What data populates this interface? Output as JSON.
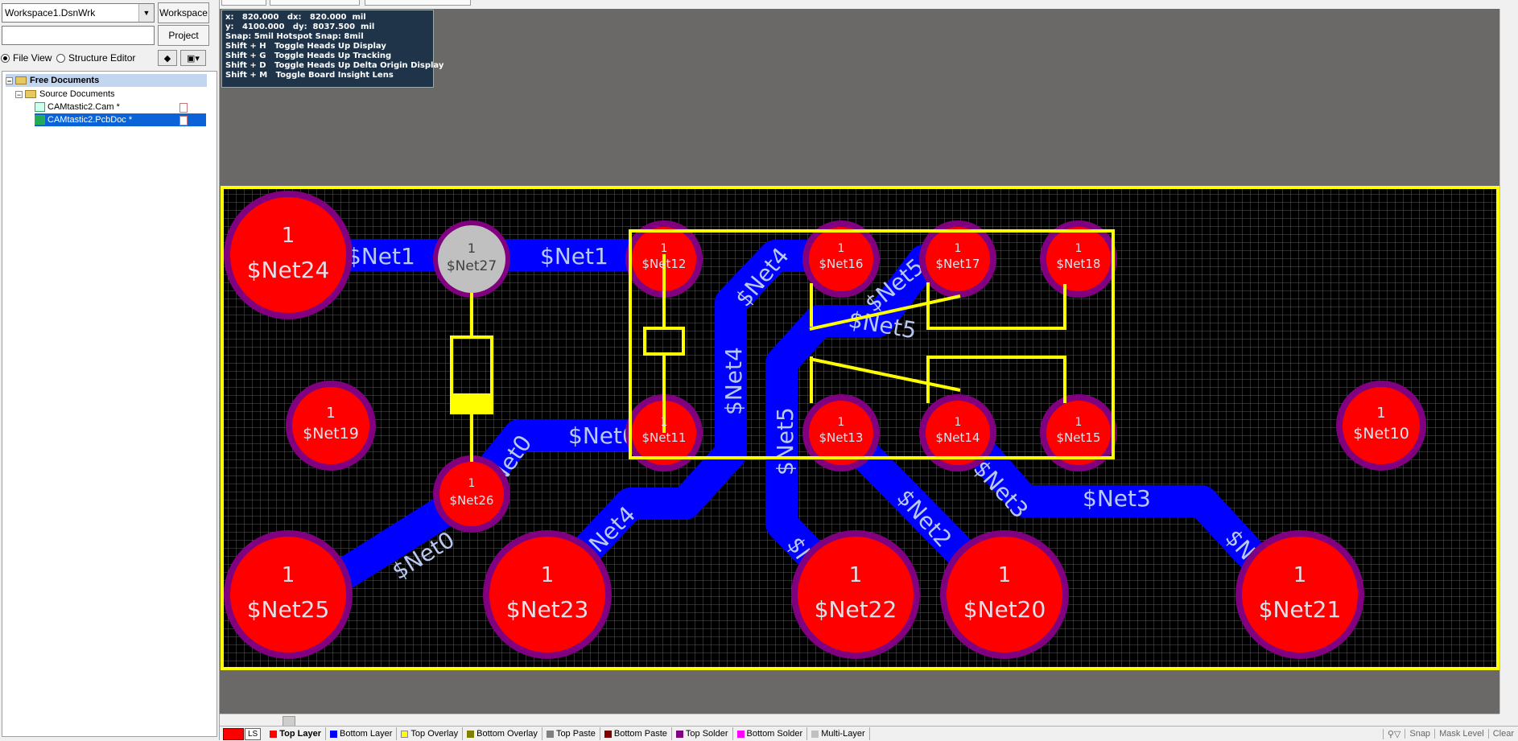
{
  "panel": {
    "workspace_combo": "Workspace1.DsnWrk",
    "workspace_button": "Workspace",
    "project_combo": "",
    "project_button": "Project",
    "file_view_label": "File View",
    "structure_editor_label": "Structure Editor"
  },
  "tree": {
    "root": "Free Documents",
    "folder": "Source Documents",
    "item1": "CAMtastic2.Cam *",
    "item2": "CAMtastic2.PcbDoc *"
  },
  "hud": {
    "line1": "x:   820.000   dx:   820.000  mil",
    "line2": "y:   4100.000   dy:  8037.500  mil",
    "line3": "Snap: 5mil Hotspot Snap: 8mil",
    "line4": "Shift + H   Toggle Heads Up Display",
    "line5": "Shift + G   Toggle Heads Up Tracking",
    "line6": "Shift + D   Toggle Heads Up Delta Origin Display",
    "line7": "Shift + M   Toggle Board Insight Lens"
  },
  "colors": {
    "top_layer": "#ff0000",
    "bottom_layer": "#0000ff",
    "top_overlay": "#ffff00",
    "bottom_overlay": "#808000",
    "top_paste": "#808080",
    "bottom_paste": "#800000",
    "top_solder": "#800080",
    "bottom_solder": "#ff00ff",
    "multi_layer": "#c0c0c0",
    "board_bg": "#000000",
    "workspace_bg": "#6b6868"
  },
  "layers": {
    "ls": "LS",
    "top_layer": "Top Layer",
    "bottom_layer": "Bottom Layer",
    "top_overlay": "Top Overlay",
    "bottom_overlay": "Bottom Overlay",
    "top_paste": "Top Paste",
    "bottom_paste": "Bottom Paste",
    "top_solder": "Top Solder",
    "bottom_solder": "Bottom Solder",
    "multi_layer": "Multi-Layer"
  },
  "tools": {
    "snap": "Snap",
    "mask_level": "Mask Level",
    "clear": "Clear"
  },
  "pads": {
    "pin": "1",
    "net24": "$Net24",
    "net27": "$Net27",
    "net19": "$Net19",
    "net26": "$Net26",
    "net25": "$Net25",
    "net23": "$Net23",
    "net12": "$Net12",
    "net11": "$Net11",
    "net16": "$Net16",
    "net13": "$Net13",
    "net17": "$Net17",
    "net14": "$Net14",
    "net18": "$Net18",
    "net15": "$Net15",
    "net10": "$Net10",
    "net22": "$Net22",
    "net20": "$Net20",
    "net21": "$Net21"
  },
  "traces": {
    "net1": "$Net1",
    "net0": "$Net0",
    "net4": "$Net4",
    "net5": "$Net5",
    "net2": "$Net2",
    "net3": "$Net3"
  }
}
